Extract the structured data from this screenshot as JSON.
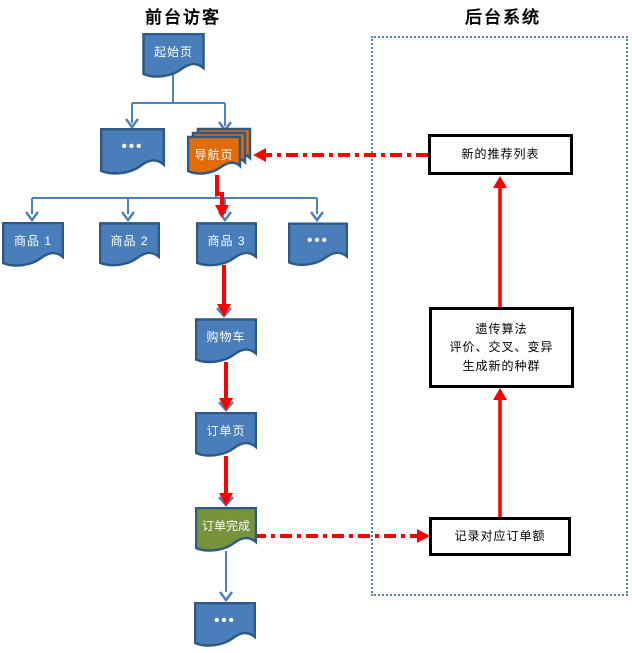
{
  "titles": {
    "front": "前台访客",
    "back": "后台系统"
  },
  "nodes": {
    "start": "起始页",
    "more_top": "•••",
    "nav": "导航页",
    "product1": "商品 1",
    "product2": "商品 2",
    "product3": "商品 3",
    "more_products": "•••",
    "cart": "购物车",
    "order_page": "订单页",
    "order_done": "订单完成",
    "more_bottom": "•••"
  },
  "back_system": {
    "recommend_list": "新的推荐列表",
    "genetic": {
      "line1": "遗传算法",
      "line2": "评价、交叉、变异",
      "line3": "生成新的种群"
    },
    "record_order": "记录对应订单额"
  },
  "colors": {
    "node_fill_blue": "#4A7EBB",
    "node_border": "#2D5986",
    "node_fill_orange": "#E36C0A",
    "node_fill_green": "#77933C",
    "connector_blue": "#4F81BD",
    "arrow_red": "#FF0000",
    "panel_border_blue": "#4F81BD",
    "box_border": "#000000",
    "node_text": "#FFFFFF",
    "box_text": "#000000"
  }
}
